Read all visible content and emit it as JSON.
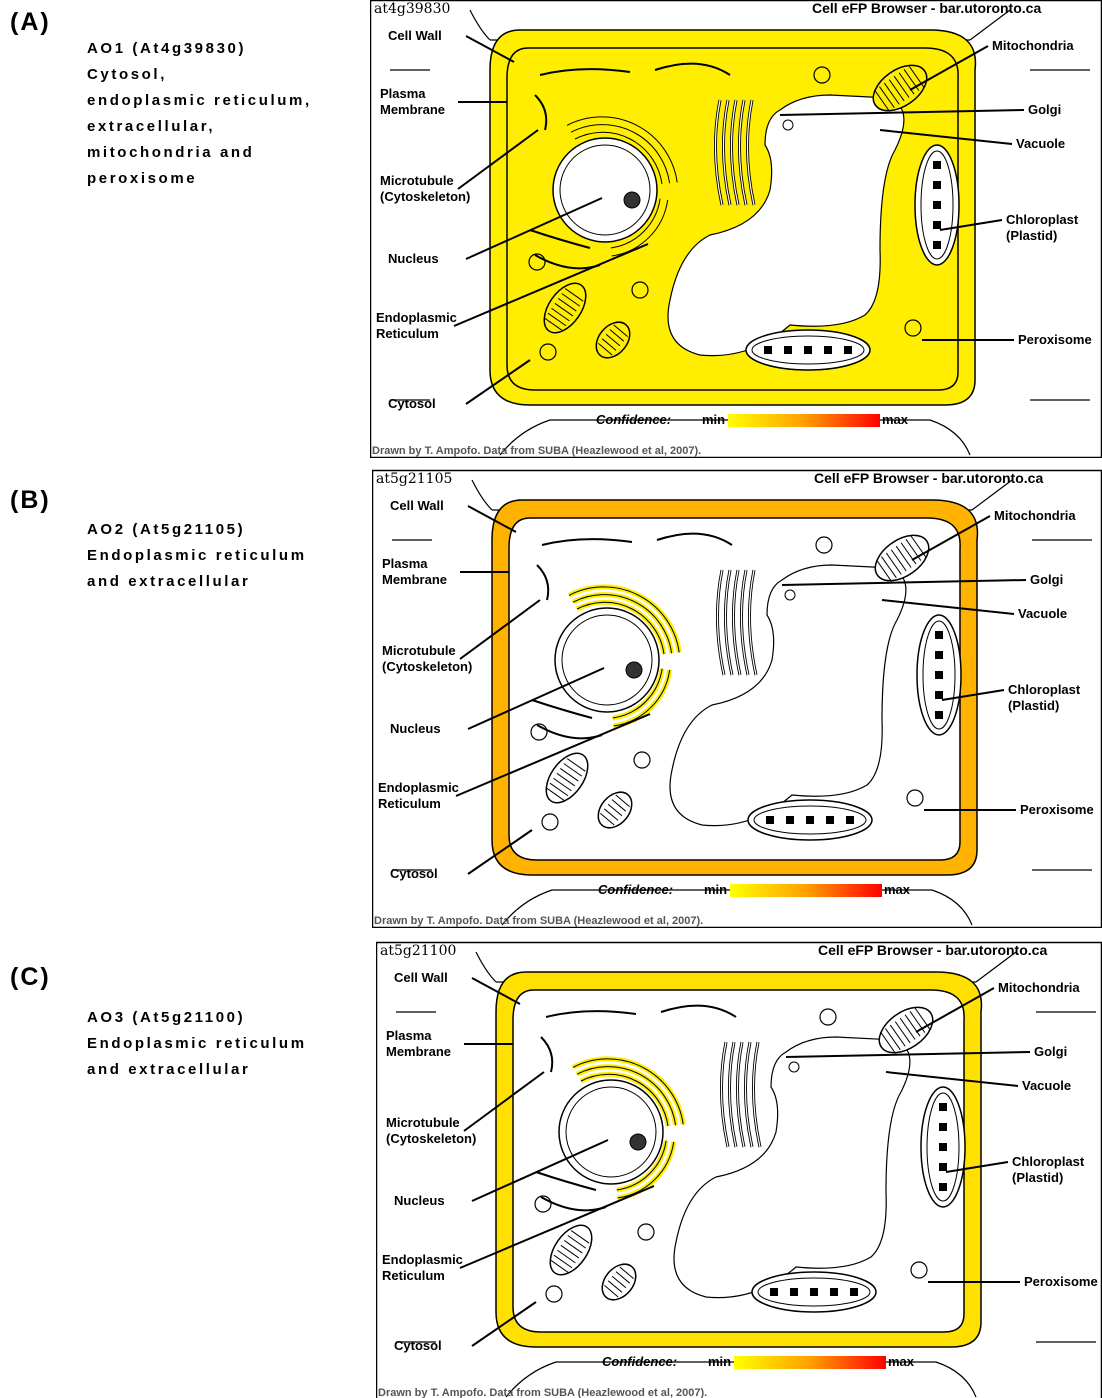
{
  "panels": [
    {
      "label": "(A)",
      "caption_lines": [
        "AO1 (At4g39830)",
        "Cytosol,",
        "endoplasmic reticulum,",
        "extracellular,",
        "mitochondria and",
        "peroxisome"
      ],
      "gene_id": "at4g39830",
      "fill_color": "#ffee00",
      "wall_color": "#ffee00",
      "er_color": "#ffee00",
      "mito_color": "#ffee00",
      "perox_color": "#ffee00"
    },
    {
      "label": "(B)",
      "caption_lines": [
        "AO2 (At5g21105)",
        "Endoplasmic reticulum",
        "and extracellular"
      ],
      "gene_id": "at5g21105",
      "fill_color": "#ffffff",
      "wall_color": "#ffb300",
      "er_color": "#ffee00",
      "mito_color": "#ffffff",
      "perox_color": "#ffffff"
    },
    {
      "label": "(C)",
      "caption_lines": [
        "AO3 (At5g21100)",
        "Endoplasmic reticulum",
        "and extracellular"
      ],
      "gene_id": "at5g21100",
      "fill_color": "#ffffff",
      "wall_color": "#ffe000",
      "er_color": "#ffee00",
      "mito_color": "#ffffff",
      "perox_color": "#ffffff"
    }
  ],
  "browser_title": "Cell eFP Browser - bar.utoronto.ca",
  "credit": "Drawn by T. Ampofo. Data from SUBA (Heazlewood et al, 2007).",
  "legend": {
    "title": "Confidence:",
    "min": "min",
    "max": "max"
  },
  "compartments": {
    "cell_wall": "Cell Wall",
    "plasma_membrane_1": "Plasma",
    "plasma_membrane_2": "Membrane",
    "microtubule_1": "Microtubule",
    "microtubule_2": "(Cytoskeleton)",
    "nucleus": "Nucleus",
    "er_1": "Endoplasmic",
    "er_2": "Reticulum",
    "cytosol": "Cytosol",
    "mitochondria": "Mitochondria",
    "golgi": "Golgi",
    "vacuole": "Vacuole",
    "chloroplast_1": "Chloroplast",
    "chloroplast_2": "(Plastid)",
    "peroxisome": "Peroxisome"
  }
}
